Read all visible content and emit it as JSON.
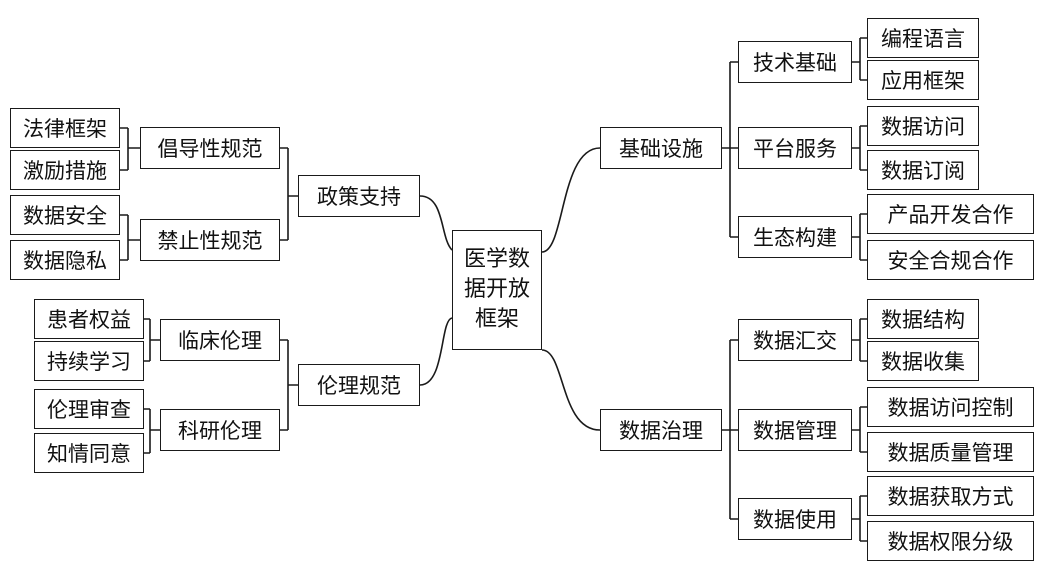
{
  "root": {
    "lines": [
      "医学数",
      "据开放",
      "框架"
    ]
  },
  "left": {
    "policy": {
      "label": "政策支持",
      "groups": [
        {
          "label": "倡导性规范",
          "leaves": [
            "法律框架",
            "激励措施"
          ]
        },
        {
          "label": "禁止性规范",
          "leaves": [
            "数据安全",
            "数据隐私"
          ]
        }
      ]
    },
    "ethics": {
      "label": "伦理规范",
      "groups": [
        {
          "label": "临床伦理",
          "leaves": [
            "患者权益",
            "持续学习"
          ]
        },
        {
          "label": "科研伦理",
          "leaves": [
            "伦理审查",
            "知情同意"
          ]
        }
      ]
    }
  },
  "right": {
    "infra": {
      "label": "基础设施",
      "groups": [
        {
          "label": "技术基础",
          "leaves": [
            "编程语言",
            "应用框架"
          ]
        },
        {
          "label": "平台服务",
          "leaves": [
            "数据访问",
            "数据订阅"
          ]
        },
        {
          "label": "生态构建",
          "leaves": [
            "产品开发合作",
            "安全合规合作"
          ]
        }
      ]
    },
    "governance": {
      "label": "数据治理",
      "groups": [
        {
          "label": "数据汇交",
          "leaves": [
            "数据结构",
            "数据收集"
          ]
        },
        {
          "label": "数据管理",
          "leaves": [
            "数据访问控制",
            "数据质量管理"
          ]
        },
        {
          "label": "数据使用",
          "leaves": [
            "数据获取方式",
            "数据权限分级"
          ]
        }
      ]
    }
  }
}
